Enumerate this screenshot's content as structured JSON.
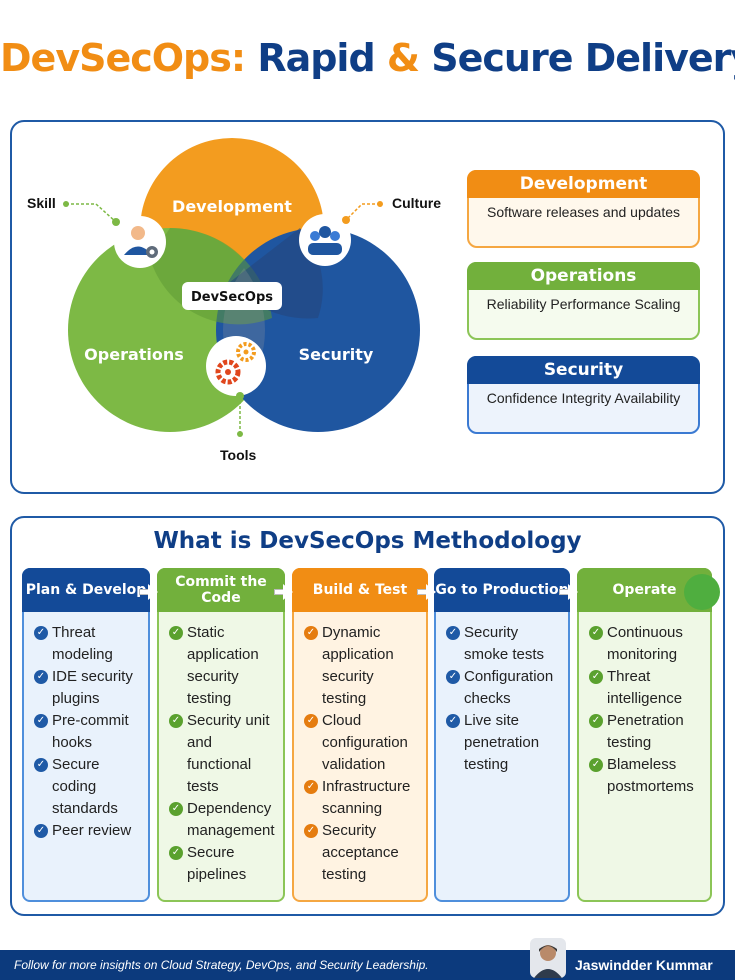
{
  "title": {
    "part1": "DevSecOps:",
    "part2": "Rapid",
    "part3": "&",
    "part4": "Secure Delivery"
  },
  "venn": {
    "development": "Development",
    "operations": "Operations",
    "security": "Security",
    "center": "DevSecOps",
    "callouts": {
      "skill": "Skill",
      "culture": "Culture",
      "tools": "Tools"
    },
    "icons": [
      "person-gear-icon",
      "team-icon",
      "gears-icon"
    ]
  },
  "cards": [
    {
      "title": "Development",
      "desc": "Software releases and updates"
    },
    {
      "title": "Operations",
      "desc": "Reliability Performance Scaling"
    },
    {
      "title": "Security",
      "desc": "Confidence Integrity Availability"
    }
  ],
  "methodology": {
    "title": "What is DevSecOps Methodology",
    "phases": [
      {
        "title": "Plan & Develop",
        "items": [
          "Threat modeling",
          "IDE security plugins",
          "Pre-commit hooks",
          "Secure coding standards",
          "Peer review"
        ]
      },
      {
        "title": "Commit the Code",
        "items": [
          "Static application security testing",
          "Security unit and functional tests",
          "Dependency management",
          "Secure pipelines"
        ]
      },
      {
        "title": "Build & Test",
        "items": [
          "Dynamic application security testing",
          "Cloud configuration validation",
          "Infrastructure scanning",
          "Security acceptance testing"
        ]
      },
      {
        "title": "Go to Production",
        "items": [
          "Security smoke tests",
          "Configuration checks",
          "Live site penetration testing"
        ]
      },
      {
        "title": "Operate",
        "items": [
          "Continuous monitoring",
          "Threat intelligence",
          "Penetration testing",
          "Blameless postmortems"
        ]
      }
    ]
  },
  "footer": {
    "message": "Follow for more insights on Cloud Strategy, DevOps, and Security Leadership.",
    "author": "Jaswindder Kummar"
  },
  "colors": {
    "orange": "#f18d14",
    "navy": "#0f3e86",
    "green": "#72b03c",
    "blue": "#134a98"
  }
}
